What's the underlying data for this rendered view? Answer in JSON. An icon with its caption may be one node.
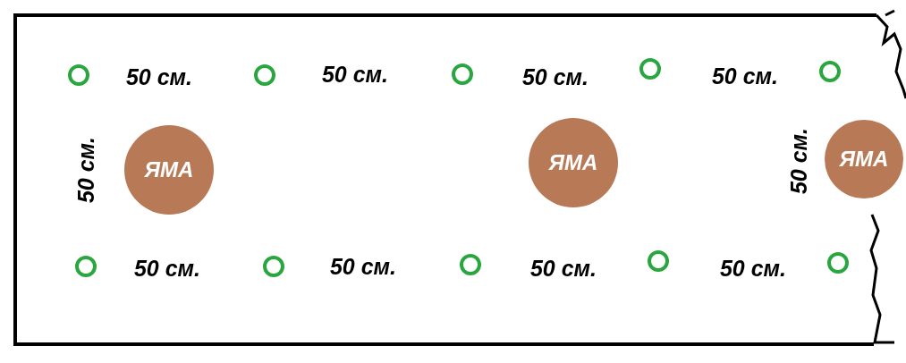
{
  "diagram": {
    "nodes": [
      {
        "text": [],
        "shape": "circle"
      },
      {
        "text": [],
        "shape": "circle"
      },
      {
        "text": [],
        "shape": "circle"
      },
      {
        "text": [],
        "shape": "circle"
      },
      {
        "text": [],
        "shape": "circle"
      },
      {
        "text": [
          "ЯМА"
        ]
      },
      {
        "text": [
          "ЯМА"
        ]
      },
      {
        "text": [
          "ЯМА"
        ]
      },
      {
        "text": [],
        "shape": "circle"
      },
      {
        "text": [],
        "shape": "circle"
      },
      {
        "text": [],
        "shape": "circle"
      },
      {
        "text": [],
        "shape": "circle"
      },
      {
        "text": [],
        "shape": "circle"
      }
    ],
    "labels": [
      "50 см.",
      "50 см.",
      "50 см.",
      "50 см.",
      "50 см.",
      "50 см.",
      "50 см.",
      "50 см.",
      "50 см.",
      "50 см."
    ]
  }
}
